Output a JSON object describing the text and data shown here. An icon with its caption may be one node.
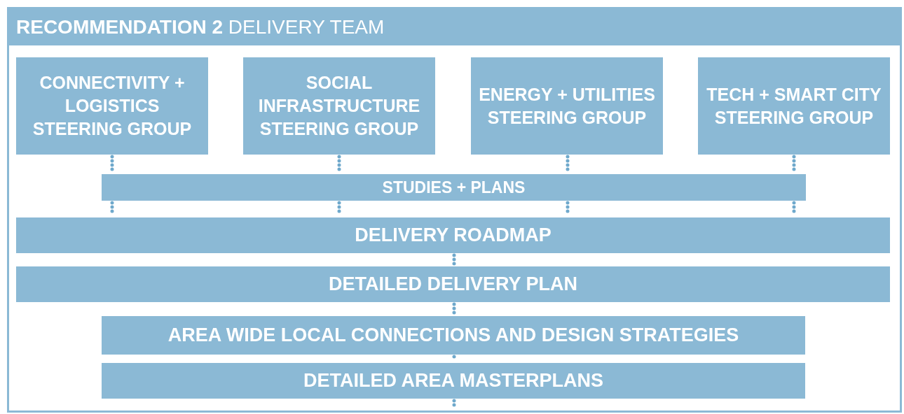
{
  "diagram": {
    "nodes": [
      {
        "text": [
          "**RECOMMENDATION 2** DELIVERY TEAM"
        ]
      },
      {
        "text": [
          "CONNECTIVITY + LOGISTICS STEERING GROUP"
        ],
        "in": 0
      },
      {
        "text": [
          "SOCIAL INFRASTRUCTURE STEERING GROUP"
        ],
        "in": 0
      },
      {
        "text": [
          "ENERGY + UTILITIES STEERING GROUP"
        ],
        "in": 0
      },
      {
        "text": [
          "TECH + SMART CITY STEERING GROUP"
        ],
        "in": 0
      },
      {
        "text": [
          "STUDIES + PLANS"
        ],
        "in": 0
      },
      {
        "text": [
          "DELIVERY ROADMAP"
        ],
        "in": 0
      },
      {
        "text": [
          "DETAILED DELIVERY PLAN"
        ],
        "in": 0
      },
      {
        "text": [
          "AREA WIDE LOCAL CONNECTIONS AND DESIGN STRATEGIES"
        ],
        "in": 0
      },
      {
        "text": [
          "DETAILED AREA  MASTERPLANS"
        ],
        "in": 0
      }
    ],
    "edges": [
      {
        "from": 1,
        "to": 5,
        "arrow": "none"
      },
      {
        "from": 2,
        "to": 5,
        "arrow": "none"
      },
      {
        "from": 3,
        "to": 5,
        "arrow": "none"
      },
      {
        "from": 4,
        "to": 5,
        "arrow": "none"
      },
      {
        "from": 5,
        "to": 6,
        "arrow": "none"
      },
      {
        "from": 5,
        "to": 6,
        "arrow": "none"
      },
      {
        "from": 5,
        "to": 6,
        "arrow": "none"
      },
      {
        "from": 5,
        "to": 6,
        "arrow": "none"
      },
      {
        "from": 6,
        "to": 7,
        "arrow": "none"
      },
      {
        "from": 7,
        "to": 8,
        "arrow": "none"
      },
      {
        "from": 8,
        "to": 9,
        "arrow": "none"
      },
      {
        "from": 9,
        "to": null,
        "arrow": "none"
      }
    ]
  }
}
